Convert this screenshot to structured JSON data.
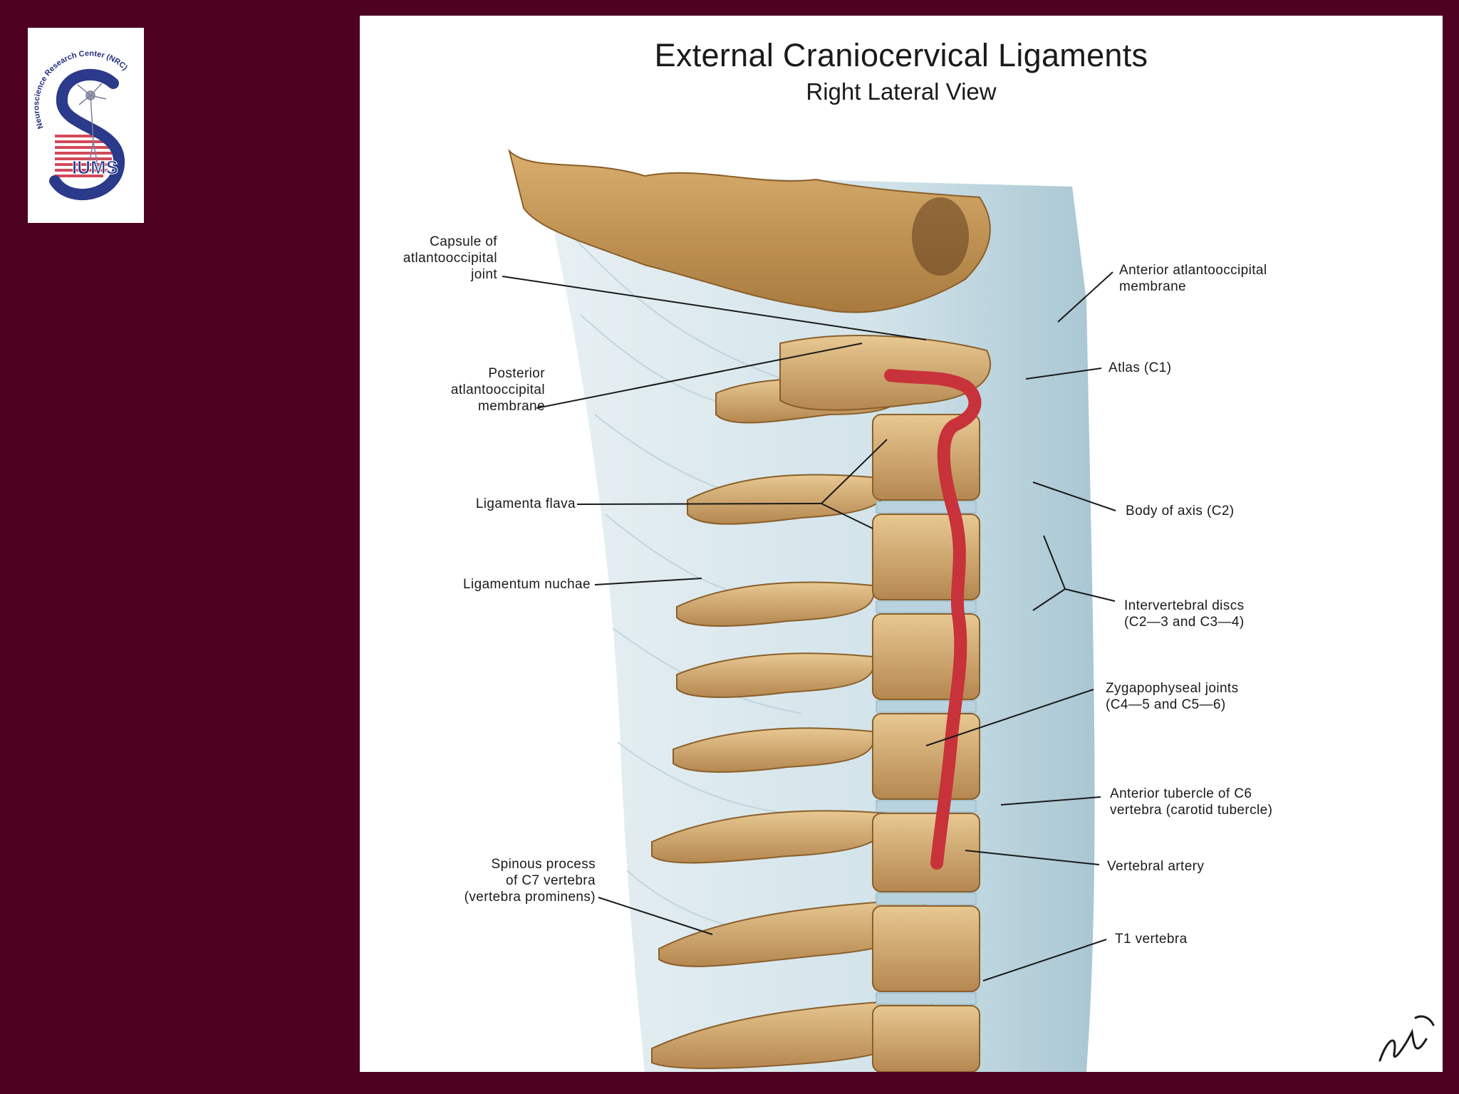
{
  "logo": {
    "arc_text": "Neuroscience Research Center (NRC)",
    "monogram": "IUMS"
  },
  "figure": {
    "title": "External Craniocervical Ligaments",
    "subtitle": "Right Lateral View",
    "labels": {
      "capsule": [
        "Capsule of",
        "atlantooccipital",
        "joint"
      ],
      "posterior_membrane": [
        "Posterior",
        "atlantooccipital",
        "membrane"
      ],
      "ligamenta_flava": [
        "Ligamenta flava"
      ],
      "ligamentum_nuchae": [
        "Ligamentum nuchae"
      ],
      "spinous_c7": [
        "Spinous process",
        "of C7 vertebra",
        "(vertebra prominens)"
      ],
      "anterior_membrane": [
        "Anterior atlantooccipital",
        "membrane"
      ],
      "atlas": [
        "Atlas (C1)"
      ],
      "body_axis": [
        "Body of axis (C2)"
      ],
      "iv_discs": [
        "Intervertebral discs",
        "(C2—3 and C3—4)"
      ],
      "zyg_joints": [
        "Zygapophyseal joints",
        "(C4—5 and C5—6)"
      ],
      "ant_tubercle": [
        "Anterior tubercle of C6",
        "vertebra (carotid tubercle)"
      ],
      "vert_artery": [
        "Vertebral artery"
      ],
      "t1": [
        "T1 vertebra"
      ]
    },
    "colors": {
      "bone": "#c99a5c",
      "ligament": "#cfe0e6",
      "artery": "#c8323a",
      "background": "#4d0020"
    }
  }
}
